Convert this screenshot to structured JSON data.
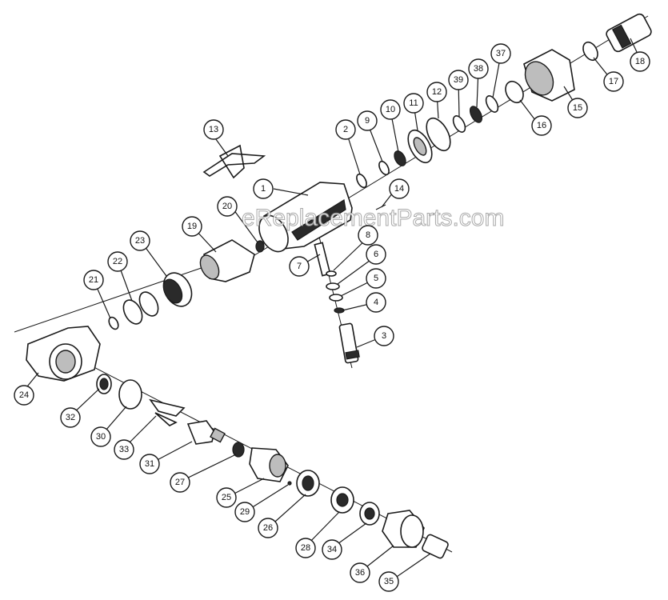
{
  "watermark": "eReplacementParts.com",
  "parts": [
    {
      "id": "1",
      "label": "1"
    },
    {
      "id": "2",
      "label": "2"
    },
    {
      "id": "3",
      "label": "3"
    },
    {
      "id": "4",
      "label": "4"
    },
    {
      "id": "5",
      "label": "5"
    },
    {
      "id": "6",
      "label": "6"
    },
    {
      "id": "7",
      "label": "7"
    },
    {
      "id": "8",
      "label": "8"
    },
    {
      "id": "9",
      "label": "9"
    },
    {
      "id": "10",
      "label": "10"
    },
    {
      "id": "11",
      "label": "11"
    },
    {
      "id": "12",
      "label": "12"
    },
    {
      "id": "13",
      "label": "13"
    },
    {
      "id": "14",
      "label": "14"
    },
    {
      "id": "15",
      "label": "15"
    },
    {
      "id": "16",
      "label": "16"
    },
    {
      "id": "17",
      "label": "17"
    },
    {
      "id": "18",
      "label": "18"
    },
    {
      "id": "19",
      "label": "19"
    },
    {
      "id": "20",
      "label": "20"
    },
    {
      "id": "21",
      "label": "21"
    },
    {
      "id": "22",
      "label": "22"
    },
    {
      "id": "23",
      "label": "23"
    },
    {
      "id": "24",
      "label": "24"
    },
    {
      "id": "25",
      "label": "25"
    },
    {
      "id": "26",
      "label": "26"
    },
    {
      "id": "27",
      "label": "27"
    },
    {
      "id": "28",
      "label": "28"
    },
    {
      "id": "29",
      "label": "29"
    },
    {
      "id": "30",
      "label": "30"
    },
    {
      "id": "31",
      "label": "31"
    },
    {
      "id": "32",
      "label": "32"
    },
    {
      "id": "33",
      "label": "33"
    },
    {
      "id": "34",
      "label": "34"
    },
    {
      "id": "35",
      "label": "35"
    },
    {
      "id": "36",
      "label": "36"
    },
    {
      "id": "37",
      "label": "37"
    },
    {
      "id": "38",
      "label": "38"
    },
    {
      "id": "39",
      "label": "39"
    }
  ]
}
